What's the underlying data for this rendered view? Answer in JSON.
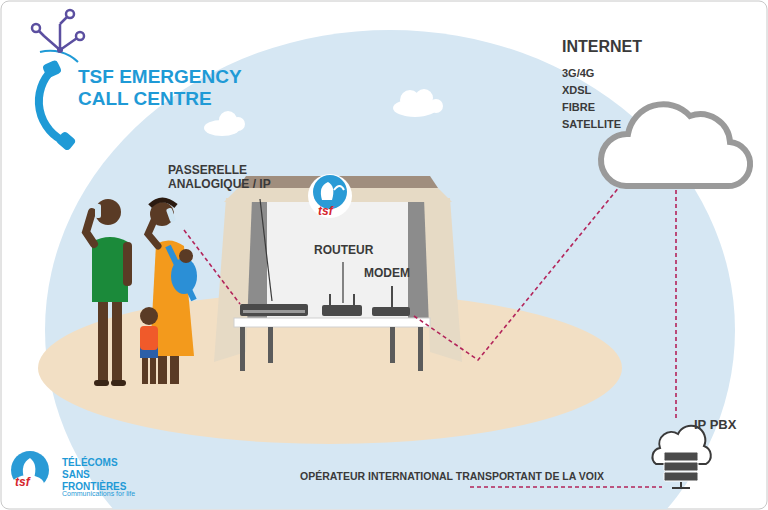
{
  "diagram": {
    "title": "TSF EMERGENCY CALL CENTRE",
    "nodes": [
      {
        "text": [
          "PASSERELLE ANALOGIQUE / IP"
        ]
      },
      {
        "text": [
          "ROUTEUR"
        ]
      },
      {
        "text": [
          "MODEM"
        ]
      },
      {
        "text": [
          "INTERNET",
          "3G/4G",
          "XDSL",
          "FIBRE",
          "SATELLITE"
        ]
      },
      {
        "text": [
          "IP PBX"
        ]
      }
    ],
    "edges": [
      {
        "from": 2,
        "to": 3,
        "arrow": "none"
      },
      {
        "from": 3,
        "to": 4,
        "arrow": "none"
      }
    ],
    "labels": [
      "tsf",
      "tsf",
      "TÉLÉCOMS SANS FRONTIÈRES",
      "Communications for life",
      "OPÉRATEUR INTERNATIONAL TRANSPORTANT DE LA VOIX"
    ]
  }
}
